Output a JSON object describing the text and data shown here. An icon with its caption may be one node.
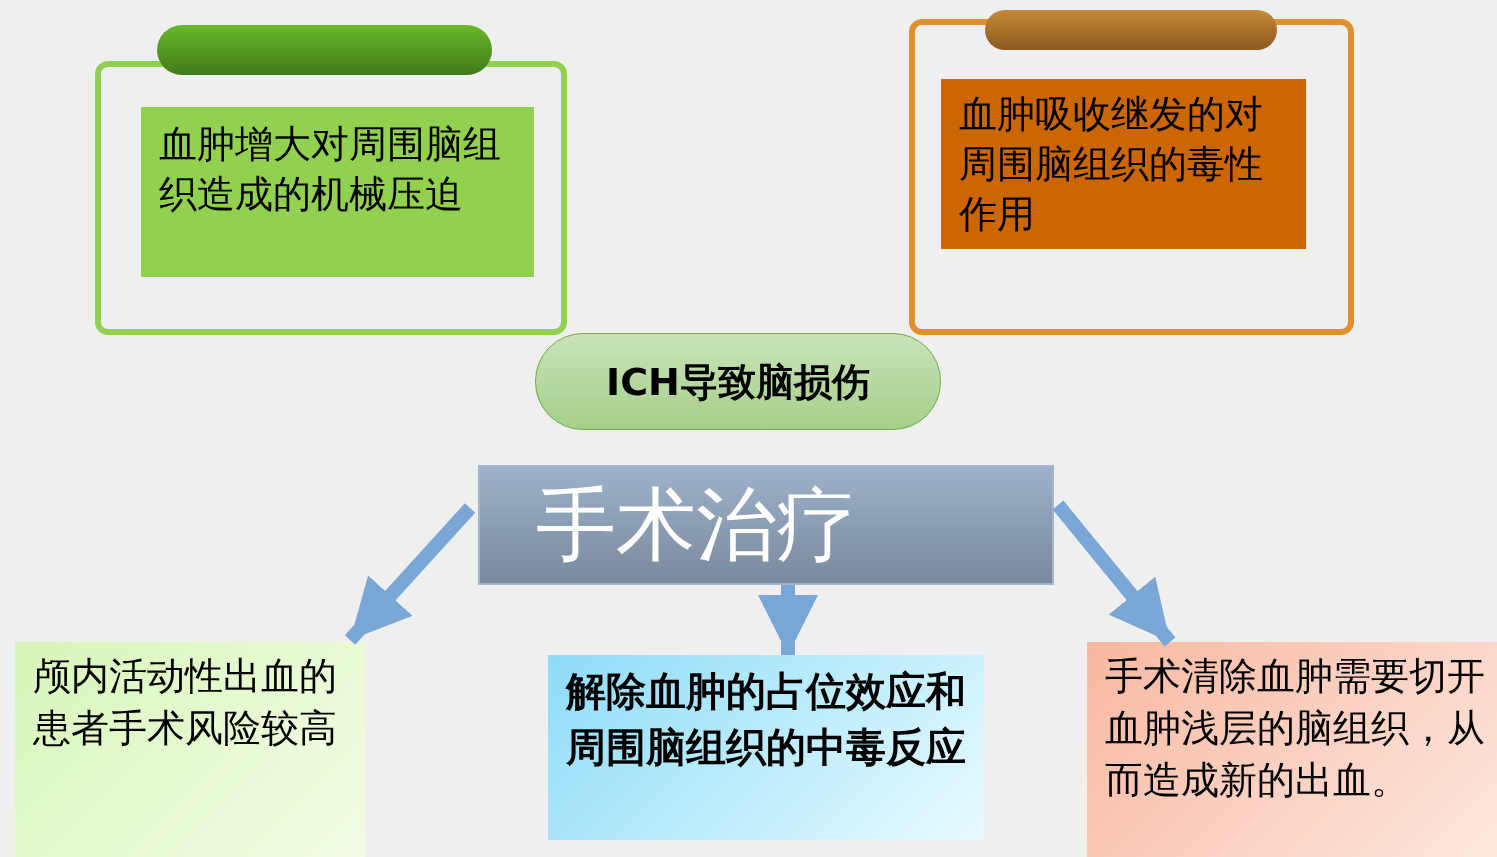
{
  "diagram": {
    "nodes": [
      {
        "text": [
          "血肿增大对周围脑组织造成的机械压迫"
        ]
      },
      {
        "text": [
          "血肿吸收继发的对周围脑组织的毒性作用"
        ]
      },
      {
        "text": [
          "ICH导致脑损伤"
        ]
      },
      {
        "text": [
          "手术治疗"
        ]
      },
      {
        "text": [
          "颅内活动性出血的患者手术风险较高"
        ]
      },
      {
        "text": [
          "解除血肿的占位效应和周围脑组织的中毒反应"
        ]
      },
      {
        "text": [
          "手术清除血肿需要切开血肿浅层的脑组织，从而造成新的出血。"
        ]
      }
    ],
    "edges": [
      {
        "from": 3,
        "to": 4,
        "arrow": "to"
      },
      {
        "from": 3,
        "to": 5,
        "arrow": "to"
      },
      {
        "from": 3,
        "to": 6,
        "arrow": "to"
      }
    ]
  }
}
